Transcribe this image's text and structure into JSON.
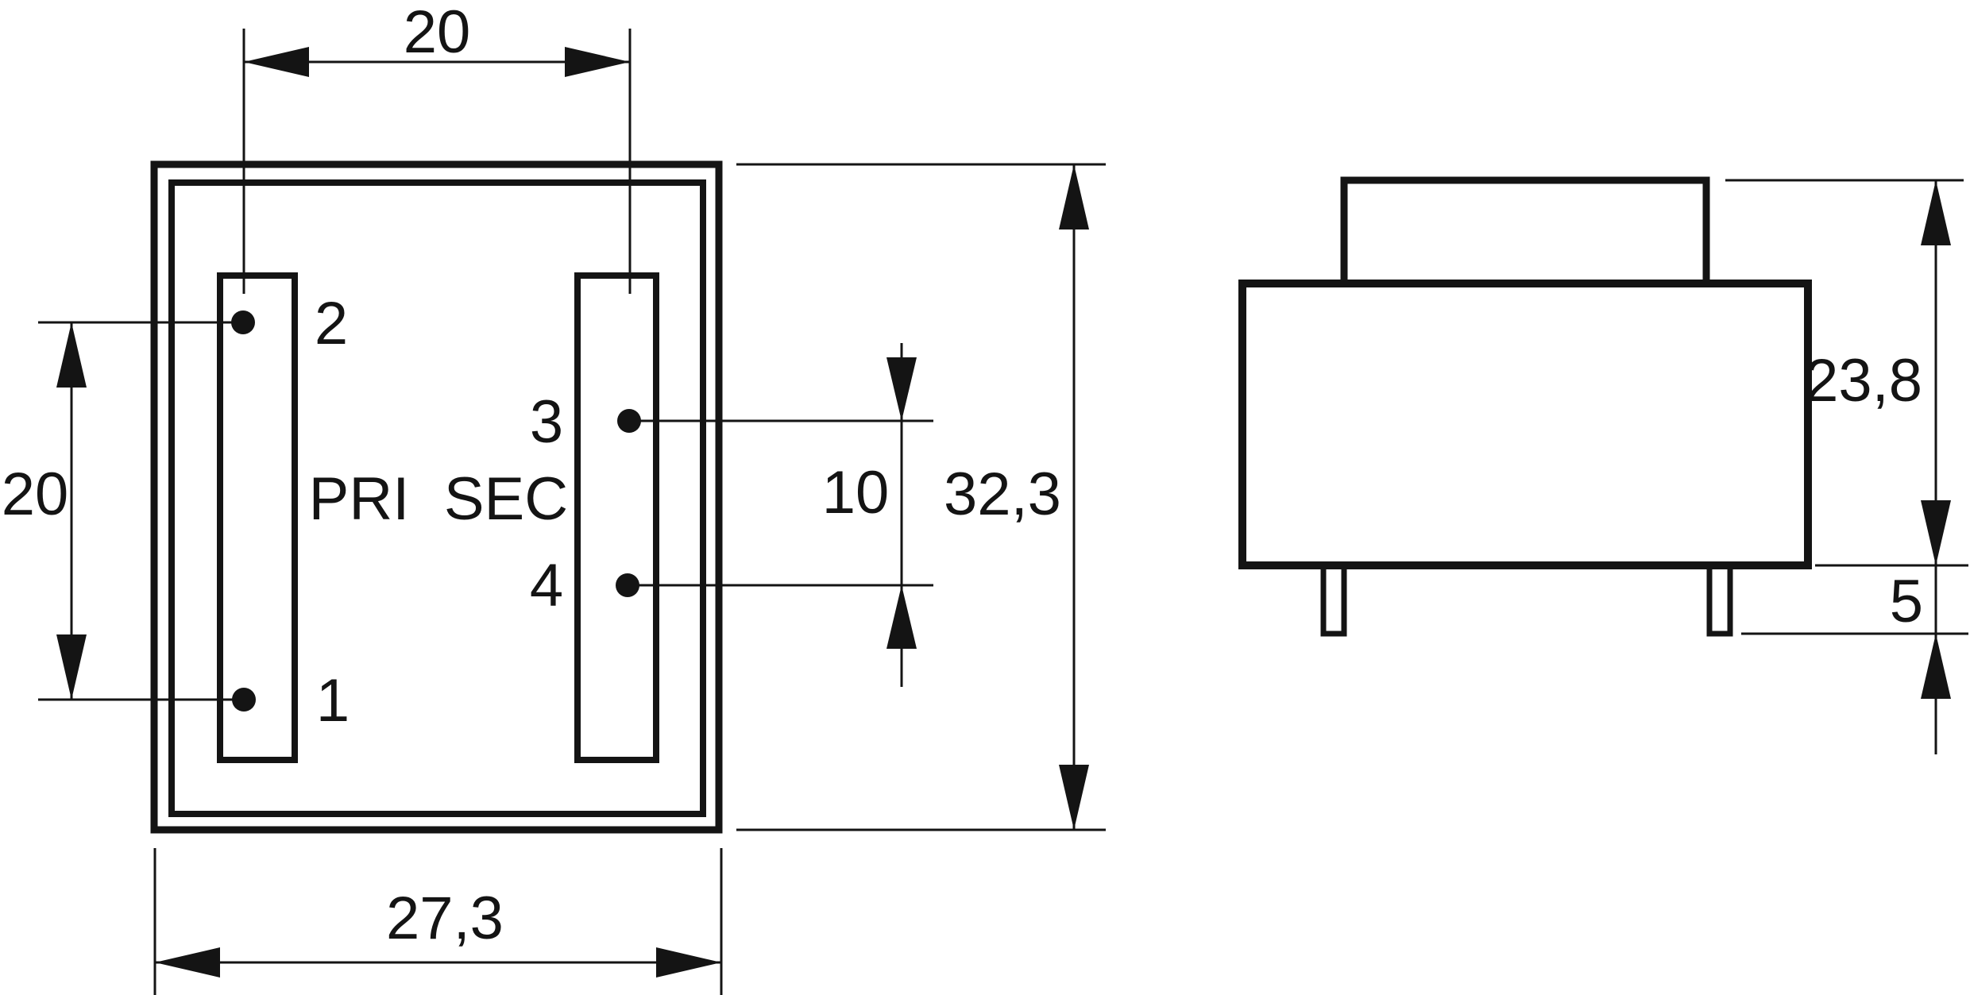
{
  "page": {
    "background": "#ffffff",
    "line_color": "#141414"
  },
  "top_view": {
    "windings": {
      "primary": "PRI",
      "secondary": "SEC"
    },
    "pins": {
      "p1": "1",
      "p2": "2",
      "p3": "3",
      "p4": "4"
    },
    "dimensions": {
      "pin_pitch_top": "20",
      "pin_pitch_left": "20",
      "sec_pin_pitch": "10",
      "body_length": "32,3",
      "body_width": "27,3"
    }
  },
  "side_view": {
    "dimensions": {
      "body_height": "23,8",
      "pin_length": "5"
    }
  }
}
